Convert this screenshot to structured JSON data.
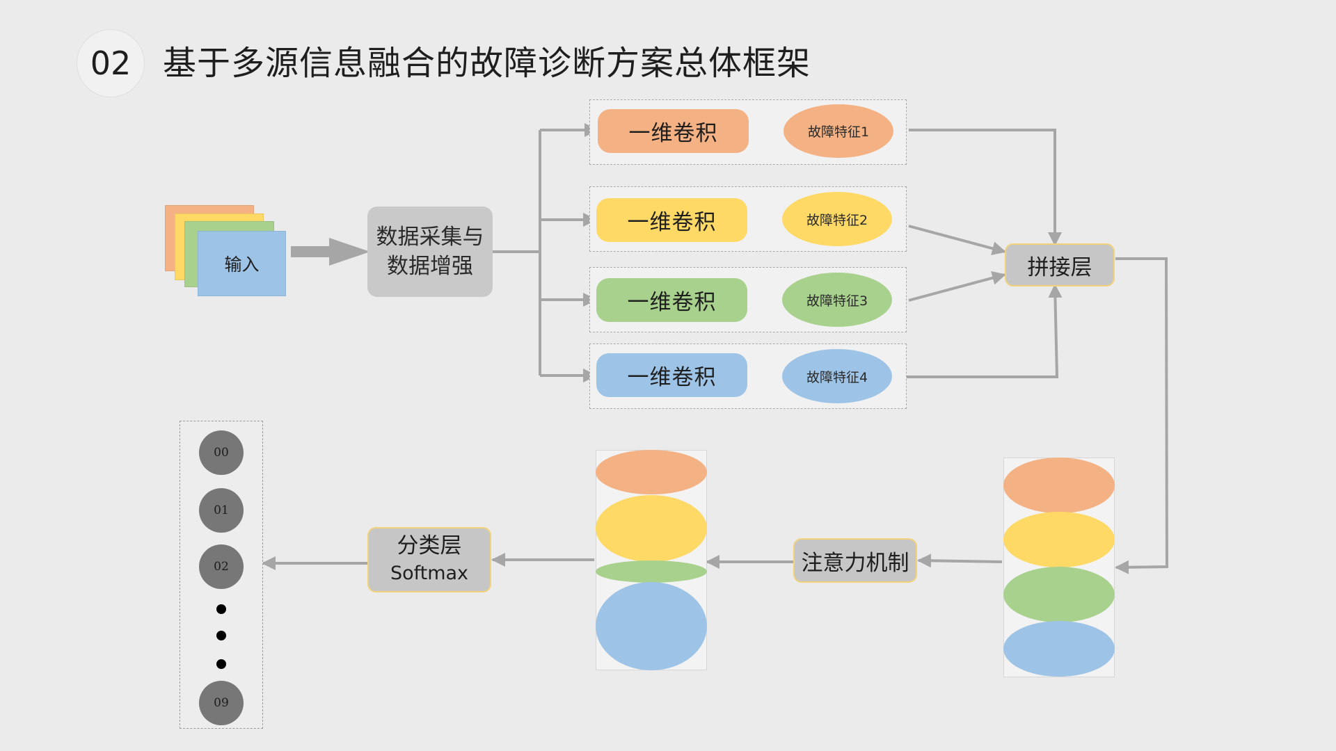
{
  "header": {
    "badge": "02",
    "title": "基于多源信息融合的故障诊断方案总体框架"
  },
  "input": {
    "label": "输入"
  },
  "preprocess": {
    "line1": "数据采集与",
    "line2": "数据增强"
  },
  "branches": [
    {
      "conv_label": "一维卷积",
      "feature_label": "故障特征1",
      "color": "#f4b183"
    },
    {
      "conv_label": "一维卷积",
      "feature_label": "故障特征2",
      "color": "#ffd966"
    },
    {
      "conv_label": "一维卷积",
      "feature_label": "故障特征3",
      "color": "#a9d18e"
    },
    {
      "conv_label": "一维卷积",
      "feature_label": "故障特征4",
      "color": "#9dc3e6"
    }
  ],
  "concat": {
    "label": "拼接层"
  },
  "attention": {
    "label": "注意力机制"
  },
  "classifier": {
    "line1": "分类层",
    "line2": "Softmax"
  },
  "outputs": {
    "top": [
      "00",
      "01",
      "02"
    ],
    "bottom": "09"
  },
  "colors": {
    "orange": "#f4b183",
    "yellow": "#ffd966",
    "green": "#a9d18e",
    "blue": "#9dc3e6",
    "connector": "#a6a6a6",
    "box_grey": "#c9c9c9",
    "outline_gold": "#f2d27a"
  }
}
